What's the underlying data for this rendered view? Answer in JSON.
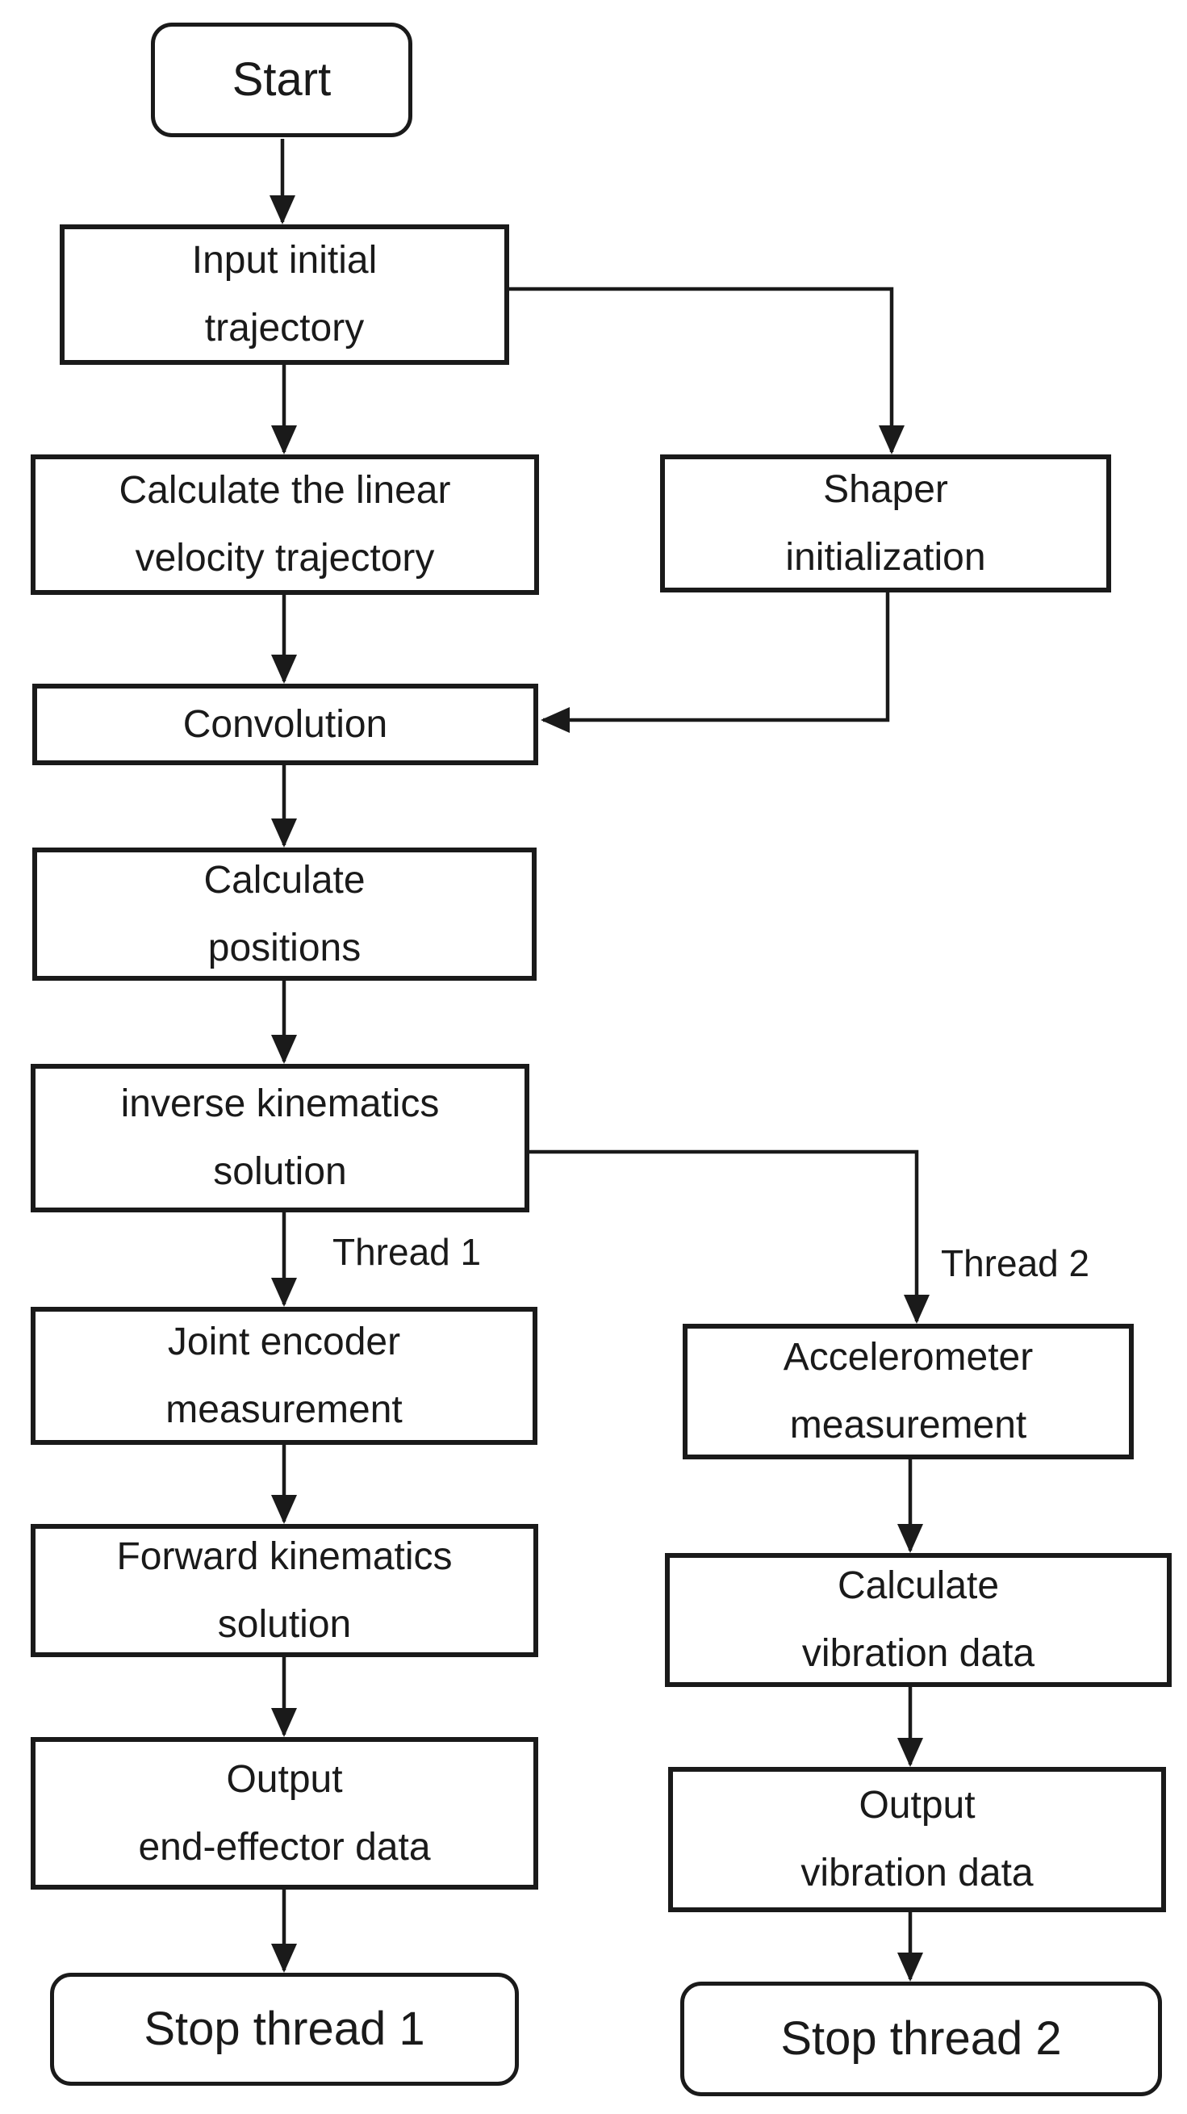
{
  "diagram": {
    "type": "flowchart",
    "colors": {
      "line": "#1a1a1a",
      "background": "#ffffff",
      "node_fill": "#ffffff"
    },
    "nodes": {
      "start": {
        "shape": "terminator",
        "lines": [
          "Start"
        ]
      },
      "input_initial_trajectory": {
        "shape": "process",
        "lines": [
          "Input initial",
          "trajectory"
        ]
      },
      "calculate_linear_velocity_trajectory": {
        "shape": "process",
        "lines": [
          "Calculate the linear",
          "velocity trajectory"
        ]
      },
      "shaper_initialization": {
        "shape": "process",
        "lines": [
          "Shaper",
          "initialization"
        ]
      },
      "convolution": {
        "shape": "process",
        "lines": [
          "Convolution"
        ]
      },
      "calculate_positions": {
        "shape": "process",
        "lines": [
          "Calculate",
          "positions"
        ]
      },
      "inverse_kinematics_solution": {
        "shape": "process",
        "lines": [
          "inverse kinematics",
          "solution"
        ]
      },
      "joint_encoder_measurement": {
        "shape": "process",
        "lines": [
          "Joint encoder",
          "measurement"
        ]
      },
      "accelerometer_measurement": {
        "shape": "process",
        "lines": [
          "Accelerometer",
          "measurement"
        ]
      },
      "forward_kinematics_solution": {
        "shape": "process",
        "lines": [
          "Forward kinematics",
          "solution"
        ]
      },
      "calculate_vibration_data": {
        "shape": "process",
        "lines": [
          "Calculate",
          "vibration data"
        ]
      },
      "output_end_effector_data": {
        "shape": "process",
        "lines": [
          "Output",
          "end-effector data"
        ]
      },
      "output_vibration_data": {
        "shape": "process",
        "lines": [
          "Output",
          "vibration data"
        ]
      },
      "stop_thread_1": {
        "shape": "terminator",
        "lines": [
          "Stop thread 1"
        ]
      },
      "stop_thread_2": {
        "shape": "terminator",
        "lines": [
          "Stop thread 2"
        ]
      }
    },
    "annotations": {
      "thread_1": "Thread 1",
      "thread_2": "Thread 2"
    },
    "edges": [
      {
        "from": "start",
        "to": "input_initial_trajectory"
      },
      {
        "from": "input_initial_trajectory",
        "to": "calculate_linear_velocity_trajectory"
      },
      {
        "from": "input_initial_trajectory",
        "to": "shaper_initialization"
      },
      {
        "from": "calculate_linear_velocity_trajectory",
        "to": "convolution"
      },
      {
        "from": "shaper_initialization",
        "to": "convolution"
      },
      {
        "from": "convolution",
        "to": "calculate_positions"
      },
      {
        "from": "calculate_positions",
        "to": "inverse_kinematics_solution"
      },
      {
        "from": "inverse_kinematics_solution",
        "to": "joint_encoder_measurement",
        "label": "Thread 1"
      },
      {
        "from": "inverse_kinematics_solution",
        "to": "accelerometer_measurement",
        "label": "Thread 2"
      },
      {
        "from": "joint_encoder_measurement",
        "to": "forward_kinematics_solution"
      },
      {
        "from": "forward_kinematics_solution",
        "to": "output_end_effector_data"
      },
      {
        "from": "output_end_effector_data",
        "to": "stop_thread_1"
      },
      {
        "from": "accelerometer_measurement",
        "to": "calculate_vibration_data"
      },
      {
        "from": "calculate_vibration_data",
        "to": "output_vibration_data"
      },
      {
        "from": "output_vibration_data",
        "to": "stop_thread_2"
      }
    ]
  }
}
